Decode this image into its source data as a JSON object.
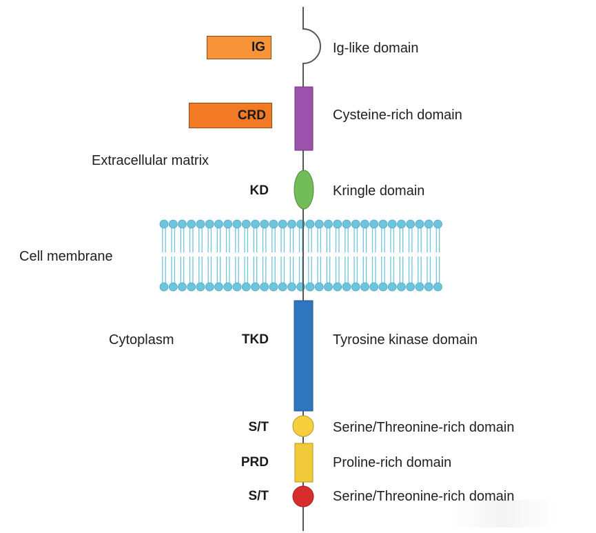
{
  "labels": {
    "ig_box": "IG",
    "crd_box": "CRD",
    "kd": "KD",
    "tkd": "TKD",
    "st_top": "S/T",
    "prd": "PRD",
    "st_bottom": "S/T"
  },
  "descriptions": {
    "ig": "Ig-like domain",
    "crd": "Cysteine-rich domain",
    "kd": "Kringle domain",
    "tkd": "Tyrosine kinase domain",
    "st_top": "Serine/Threonine-rich domain",
    "prd": "Proline-rich domain",
    "st_bottom": "Serine/Threonine-rich domain"
  },
  "regions": {
    "extracellular": "Extracellular matrix",
    "membrane": "Cell membrane",
    "cytoplasm": "Cytoplasm"
  },
  "colors": {
    "ig_box": "#f7943a",
    "crd_box": "#f27a24",
    "crd_domain": "#9b52ac",
    "kringle": "#72bd58",
    "tkd": "#2f76be",
    "st_top": "#f5cf3d",
    "prd": "#f2c93a",
    "st_bottom": "#d92c2c",
    "lipid": "#6ec4dc"
  }
}
